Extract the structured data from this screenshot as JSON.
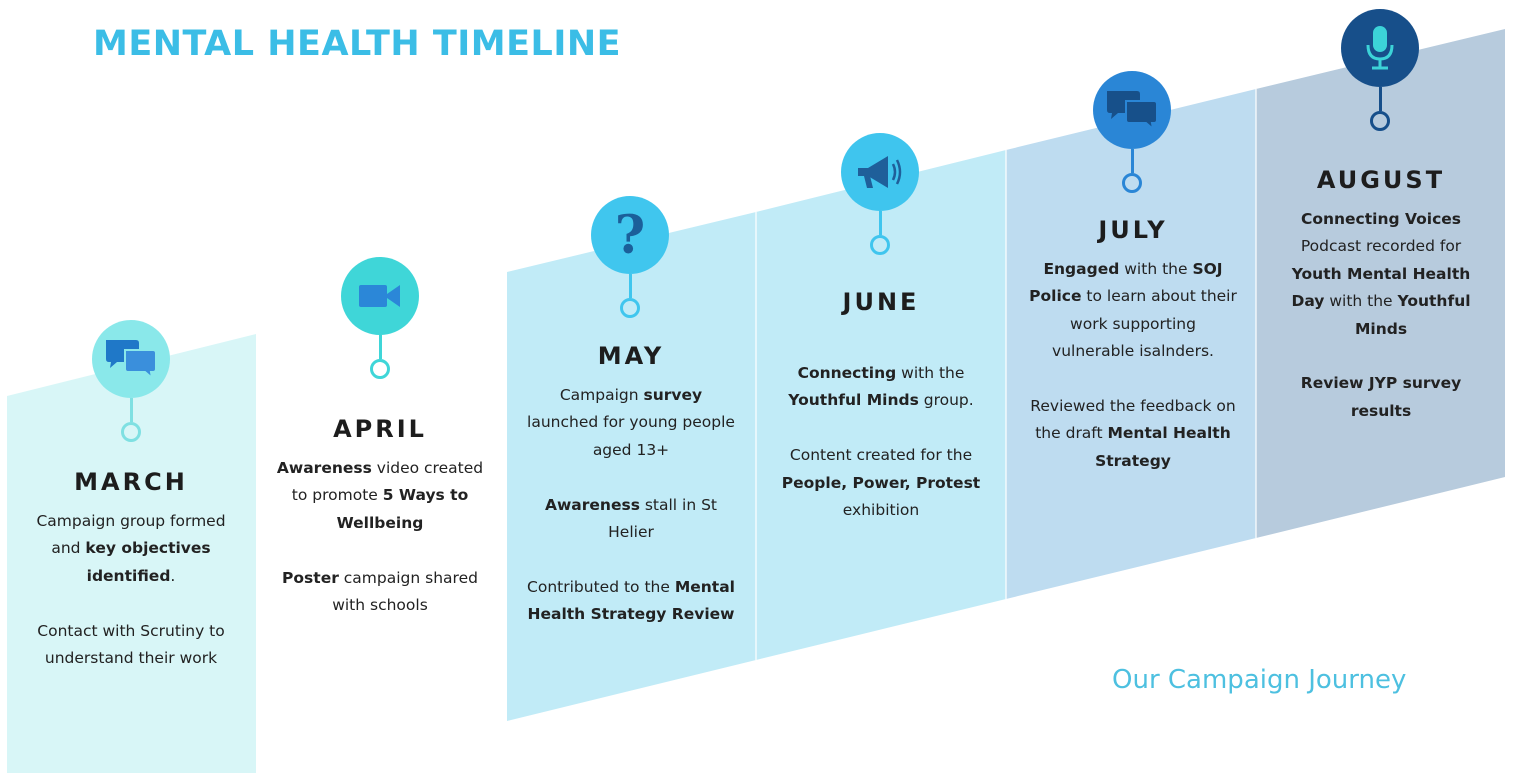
{
  "title": "MENTAL HEALTH TIMELINE",
  "subtitle": "Our Campaign Journey",
  "colors": {
    "title": "#3bbde6",
    "subtitle": "#4dc0e0",
    "march_panel": "#d8f6f7",
    "may_june_panel": "#c1ebf7",
    "july_panel": "#bedcf0",
    "august_panel": "#b7cbdd"
  },
  "months": [
    {
      "id": "march",
      "name": "MARCH",
      "icon": "chat-bubbles-icon",
      "paragraphs": [
        [
          {
            "t": "Campaign group formed and "
          },
          {
            "t": "key objectives identified",
            "b": true
          },
          {
            "t": "."
          }
        ],
        [
          {
            "t": "Contact with Scrutiny to understand their work"
          }
        ]
      ]
    },
    {
      "id": "april",
      "name": "APRIL",
      "icon": "video-camera-icon",
      "paragraphs": [
        [
          {
            "t": "Awareness",
            "b": true
          },
          {
            "t": " video created to promote "
          },
          {
            "t": "5 Ways to Wellbeing",
            "b": true
          }
        ],
        [
          {
            "t": "Poster",
            "b": true
          },
          {
            "t": " campaign shared with schools"
          }
        ]
      ]
    },
    {
      "id": "may",
      "name": "MAY",
      "icon": "question-mark-icon",
      "paragraphs": [
        [
          {
            "t": "Campaign "
          },
          {
            "t": "survey",
            "b": true
          },
          {
            "t": " launched for young people aged 13+"
          }
        ],
        [
          {
            "t": "Awareness",
            "b": true
          },
          {
            "t": " stall in St Helier"
          }
        ],
        [
          {
            "t": "Contributed to the "
          },
          {
            "t": "Mental Health Strategy Review",
            "b": true
          }
        ]
      ]
    },
    {
      "id": "june",
      "name": "JUNE",
      "icon": "megaphone-icon",
      "paragraphs": [
        [
          {
            "t": "Connecting",
            "b": true
          },
          {
            "t": " with  the "
          },
          {
            "t": "Youthful Minds",
            "b": true
          },
          {
            "t": " group."
          }
        ],
        [
          {
            "t": "Content created for the "
          },
          {
            "t": "People, Power, Protest",
            "b": true
          },
          {
            "t": " exhibition"
          }
        ]
      ]
    },
    {
      "id": "july",
      "name": "JULY",
      "icon": "chat-bubbles-icon",
      "paragraphs": [
        [
          {
            "t": "Engaged",
            "b": true
          },
          {
            "t": " with the "
          },
          {
            "t": "SOJ Police",
            "b": true
          },
          {
            "t": " to learn about their work supporting vulnerable isalnders."
          }
        ],
        [
          {
            "t": "Reviewed the feedback on the draft "
          },
          {
            "t": "Mental Health Strategy",
            "b": true
          }
        ]
      ]
    },
    {
      "id": "august",
      "name": "AUGUST",
      "icon": "microphone-icon",
      "paragraphs": [
        [
          {
            "t": "Connecting Voices",
            "b": true
          },
          {
            "t": " Podcast recorded for "
          },
          {
            "t": "Youth Mental Health Day",
            "b": true
          },
          {
            "t": " with the "
          },
          {
            "t": "Youthful Minds",
            "b": true
          }
        ],
        [
          {
            "t": "Review JYP survey results",
            "b": true
          }
        ]
      ]
    }
  ]
}
